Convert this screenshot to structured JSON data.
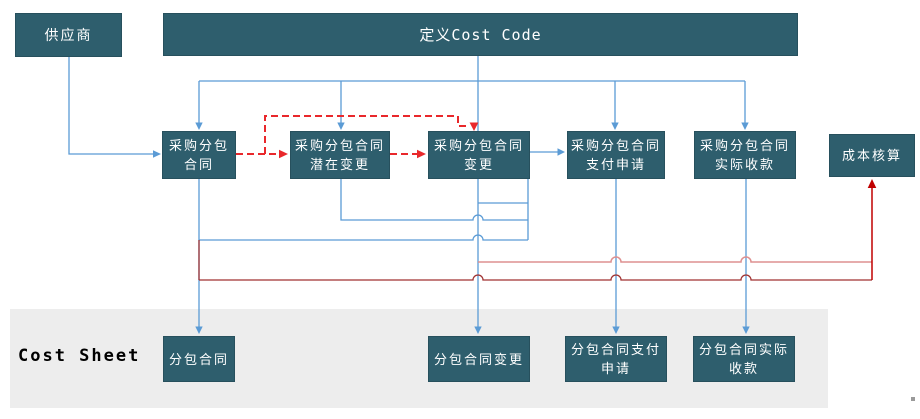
{
  "title_bar": {
    "define_cost_code": "定义Cost Code"
  },
  "nodes": {
    "supplier": "供应商",
    "purchase_subcontract": "采购分包\n合同",
    "purchase_subcontract_potential_change": "采购分包合同\n潜在变更",
    "purchase_subcontract_change": "采购分包合同\n变更",
    "purchase_subcontract_payment_request": "采购分包合同\n支付申请",
    "purchase_subcontract_actual_receipt": "采购分包合同\n实际收款",
    "cost_accounting": "成本核算"
  },
  "cost_sheet": {
    "label": "Cost Sheet",
    "subcontract": "分包合同",
    "subcontract_change": "分包合同变更",
    "subcontract_payment_request": "分包合同支付\n申请",
    "subcontract_actual_receipt": "分包合同实际\n收款"
  },
  "colors": {
    "node_fill": "#2E5E6D",
    "blue_connector": "#5B9BD5",
    "red_dashed": "#E9282B",
    "dark_red": "#A03232",
    "bright_red": "#C00000",
    "salmon": "#DE9090",
    "band_bg": "#EDEDED"
  }
}
